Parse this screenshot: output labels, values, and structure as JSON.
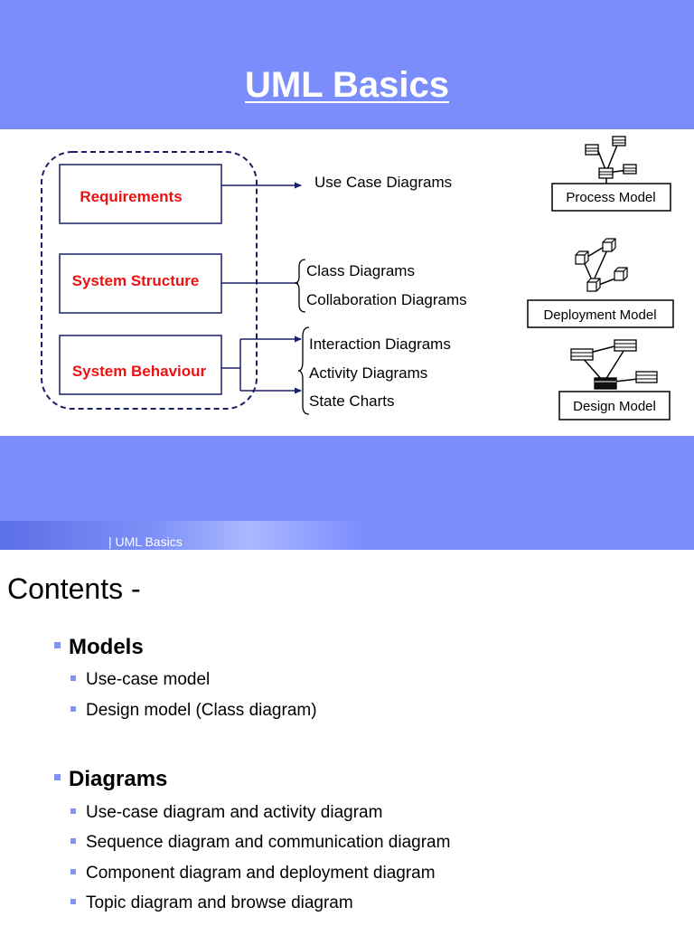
{
  "slide1": {
    "title": "UML Basics",
    "boxes": {
      "requirements": "Requirements",
      "structure": "System Structure",
      "behaviour": "System Behaviour"
    },
    "items": {
      "use_case": "Use Case Diagrams",
      "class": "Class Diagrams",
      "collaboration": "Collaboration Diagrams",
      "interaction": "Interaction Diagrams",
      "activity": "Activity Diagrams",
      "state": "State Charts"
    },
    "models": {
      "process": "Process Model",
      "deployment": "Deployment Model",
      "design": "Design Model"
    },
    "colors": {
      "accent_blue": "#7b8dfb",
      "box_text_red": "#ee1111",
      "arrow": "#1a1f6a"
    }
  },
  "footer": {
    "label": "| UML Basics"
  },
  "contents": {
    "title": "Contents -",
    "sections": [
      {
        "heading": "Models",
        "items": [
          "Use-case model",
          "Design model (Class diagram)"
        ]
      },
      {
        "heading": "Diagrams",
        "items": [
          "Use-case diagram and activity diagram",
          "Sequence diagram and communication diagram",
          "Component diagram and deployment diagram",
          "Topic diagram and browse diagram"
        ]
      }
    ]
  }
}
